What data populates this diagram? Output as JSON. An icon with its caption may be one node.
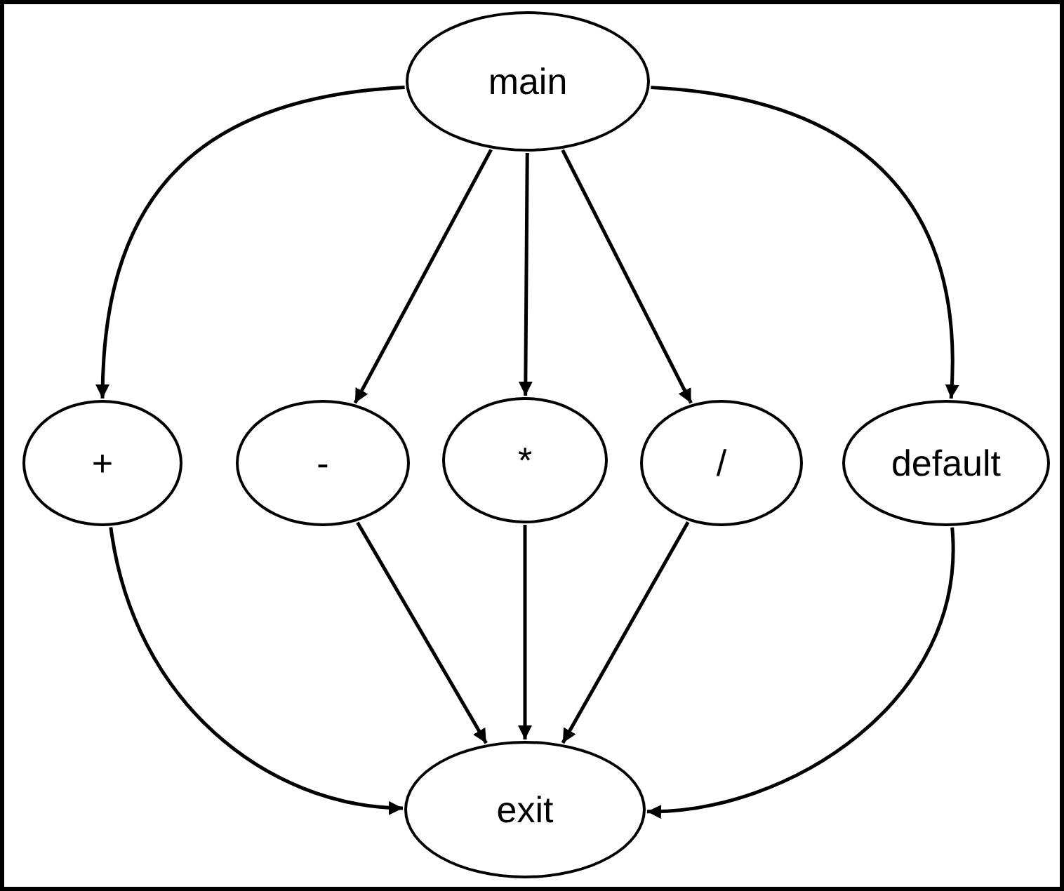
{
  "diagram": {
    "nodes": [
      {
        "text": [
          "main"
        ]
      },
      {
        "text": [
          "+"
        ]
      },
      {
        "text": [
          "-"
        ]
      },
      {
        "text": [
          "*"
        ]
      },
      {
        "text": [
          "/"
        ]
      },
      {
        "text": [
          "default"
        ]
      },
      {
        "text": [
          "exit"
        ]
      }
    ],
    "edges": [
      {
        "from": 0,
        "to": 1,
        "arrow": "to"
      },
      {
        "from": 0,
        "to": 2,
        "arrow": "to"
      },
      {
        "from": 0,
        "to": 3,
        "arrow": "to"
      },
      {
        "from": 0,
        "to": 4,
        "arrow": "to"
      },
      {
        "from": 0,
        "to": 5,
        "arrow": "to"
      },
      {
        "from": 1,
        "to": 6,
        "arrow": "to"
      },
      {
        "from": 2,
        "to": 6,
        "arrow": "to"
      },
      {
        "from": 3,
        "to": 6,
        "arrow": "to"
      },
      {
        "from": 4,
        "to": 6,
        "arrow": "to"
      },
      {
        "from": 5,
        "to": 6,
        "arrow": "to"
      }
    ]
  }
}
